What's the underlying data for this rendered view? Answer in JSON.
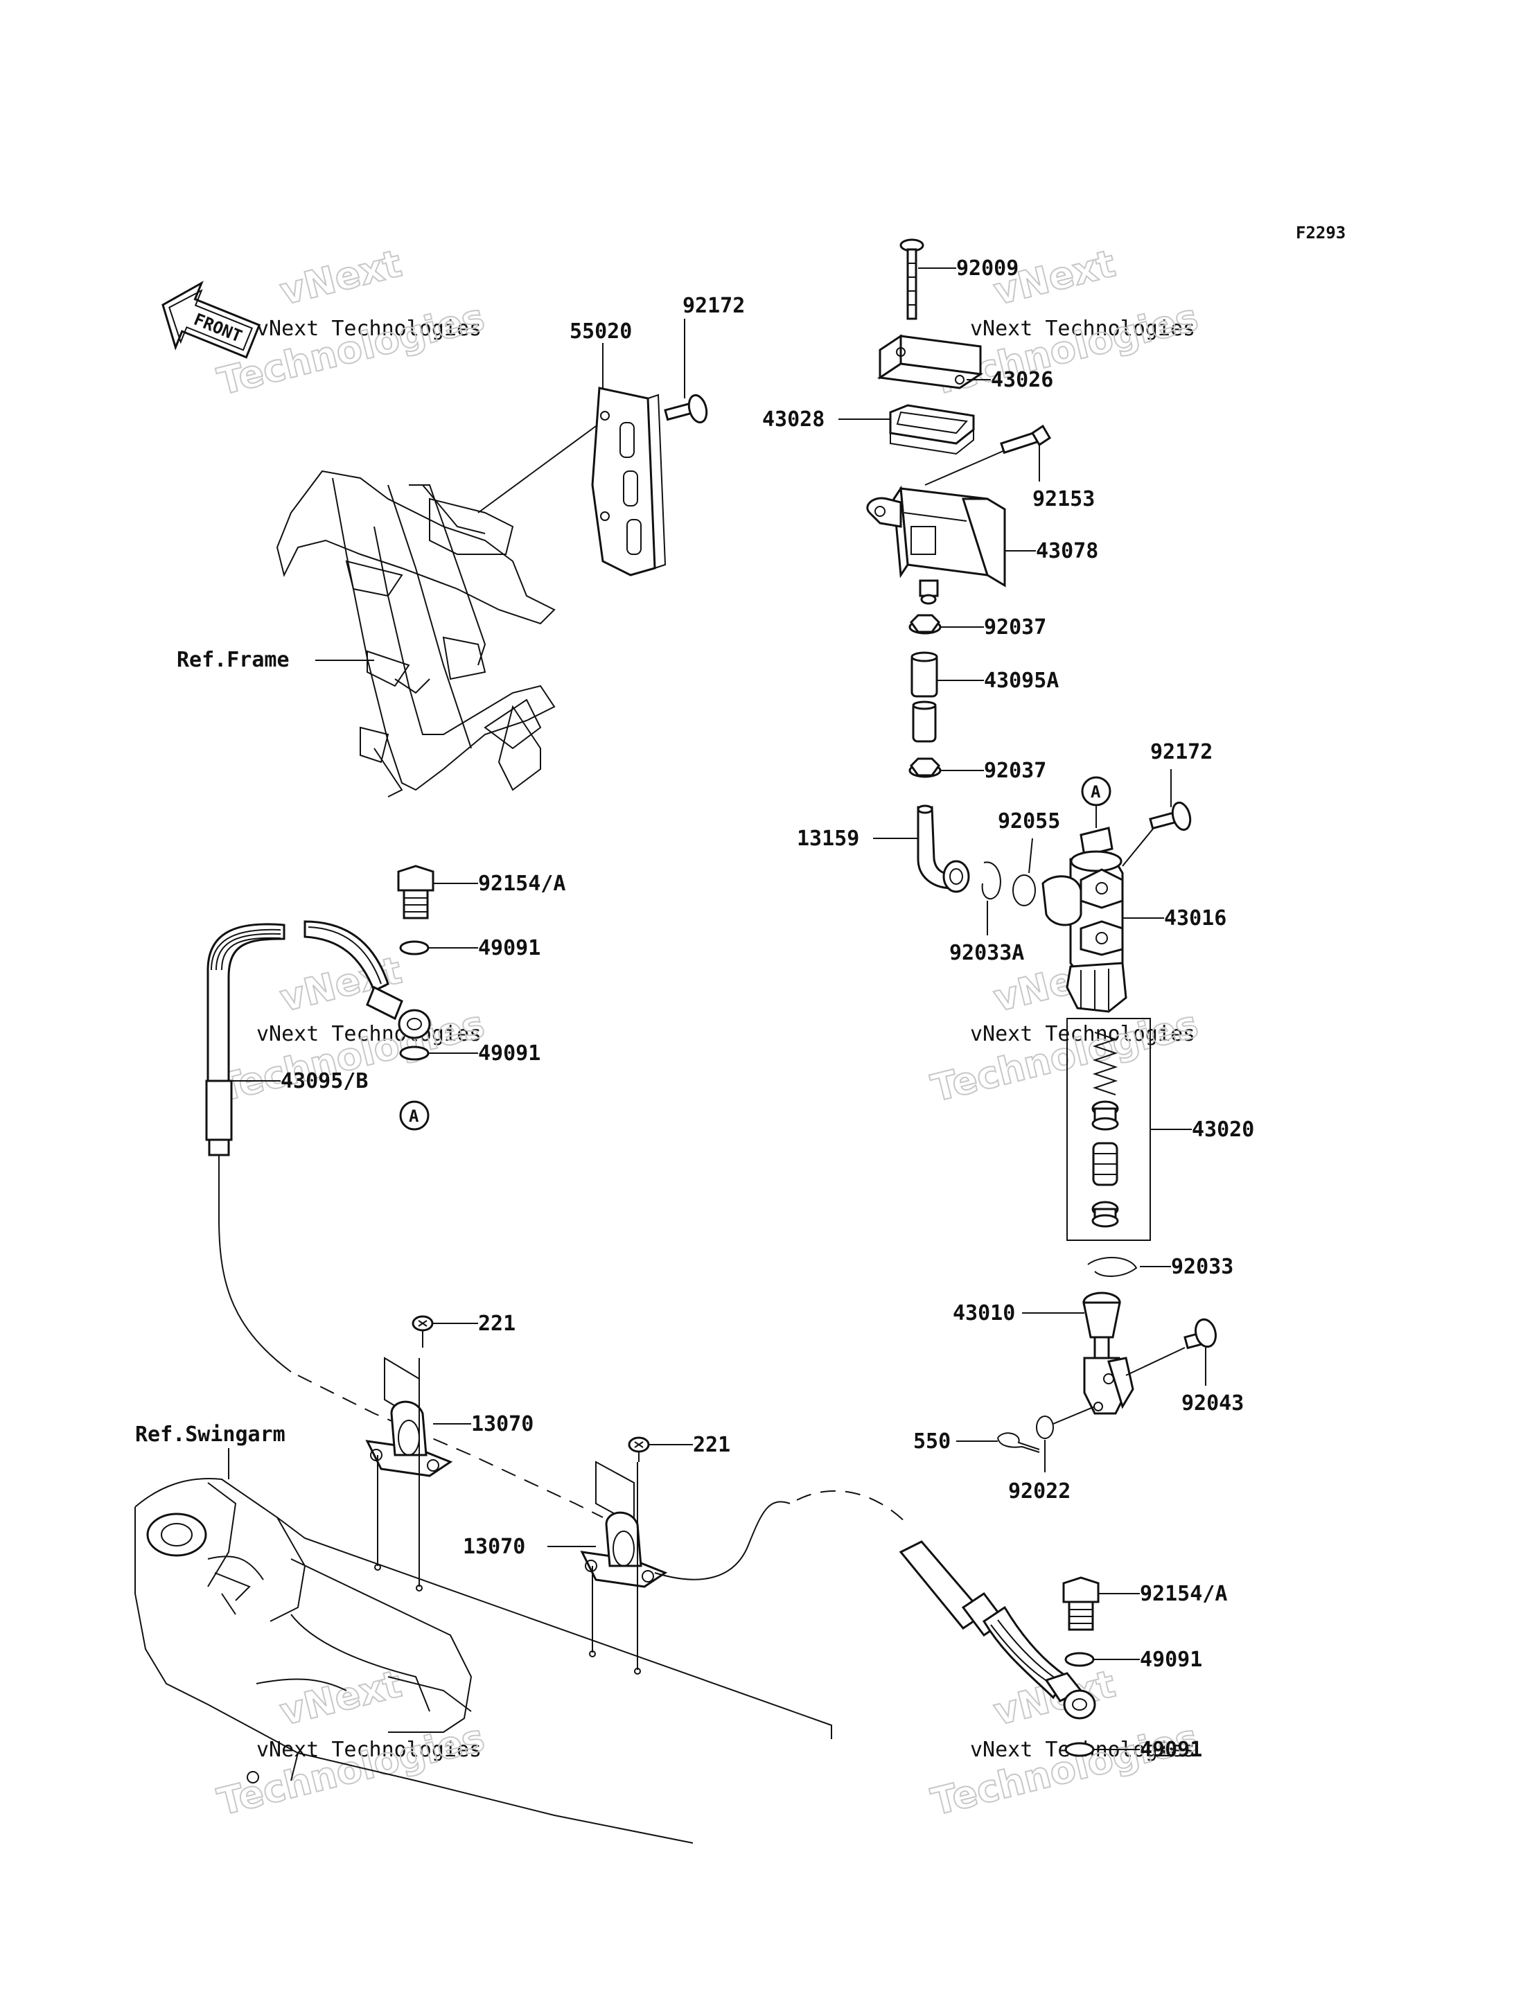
{
  "figure_code": "F2293",
  "direction_tag": "FRONT",
  "callout_letter": "A",
  "references": {
    "frame": "Ref.Frame",
    "swingarm": "Ref.Swingarm"
  },
  "watermark": {
    "line1": "vNext",
    "line2": "vNext Technologies",
    "line3": "Technologies"
  },
  "part_labels": {
    "p92009": "92009",
    "p43026": "43026",
    "p43028": "43028",
    "p92153": "92153",
    "p43078": "43078",
    "p92037_top": "92037",
    "p43095a": "43095A",
    "p92037_bottom": "92037",
    "p92172_right": "92172",
    "p13159": "13159",
    "p92055": "92055",
    "p43016": "43016",
    "p92033a": "92033A",
    "p43020": "43020",
    "p92033": "92033",
    "p43010": "43010",
    "p92043": "92043",
    "p550": "550",
    "p92022": "92022",
    "p92154a_bottom": "92154/A",
    "p49091_bottom1": "49091",
    "p49091_bottom2": "49091",
    "p92172_left": "92172",
    "p55020": "55020",
    "p92154a_top": "92154/A",
    "p49091_top1": "49091",
    "p49091_top2": "49091",
    "p43095b": "43095/B",
    "p221_left": "221",
    "p13070_left": "13070",
    "p221_right": "221",
    "p13070_right": "13070"
  }
}
